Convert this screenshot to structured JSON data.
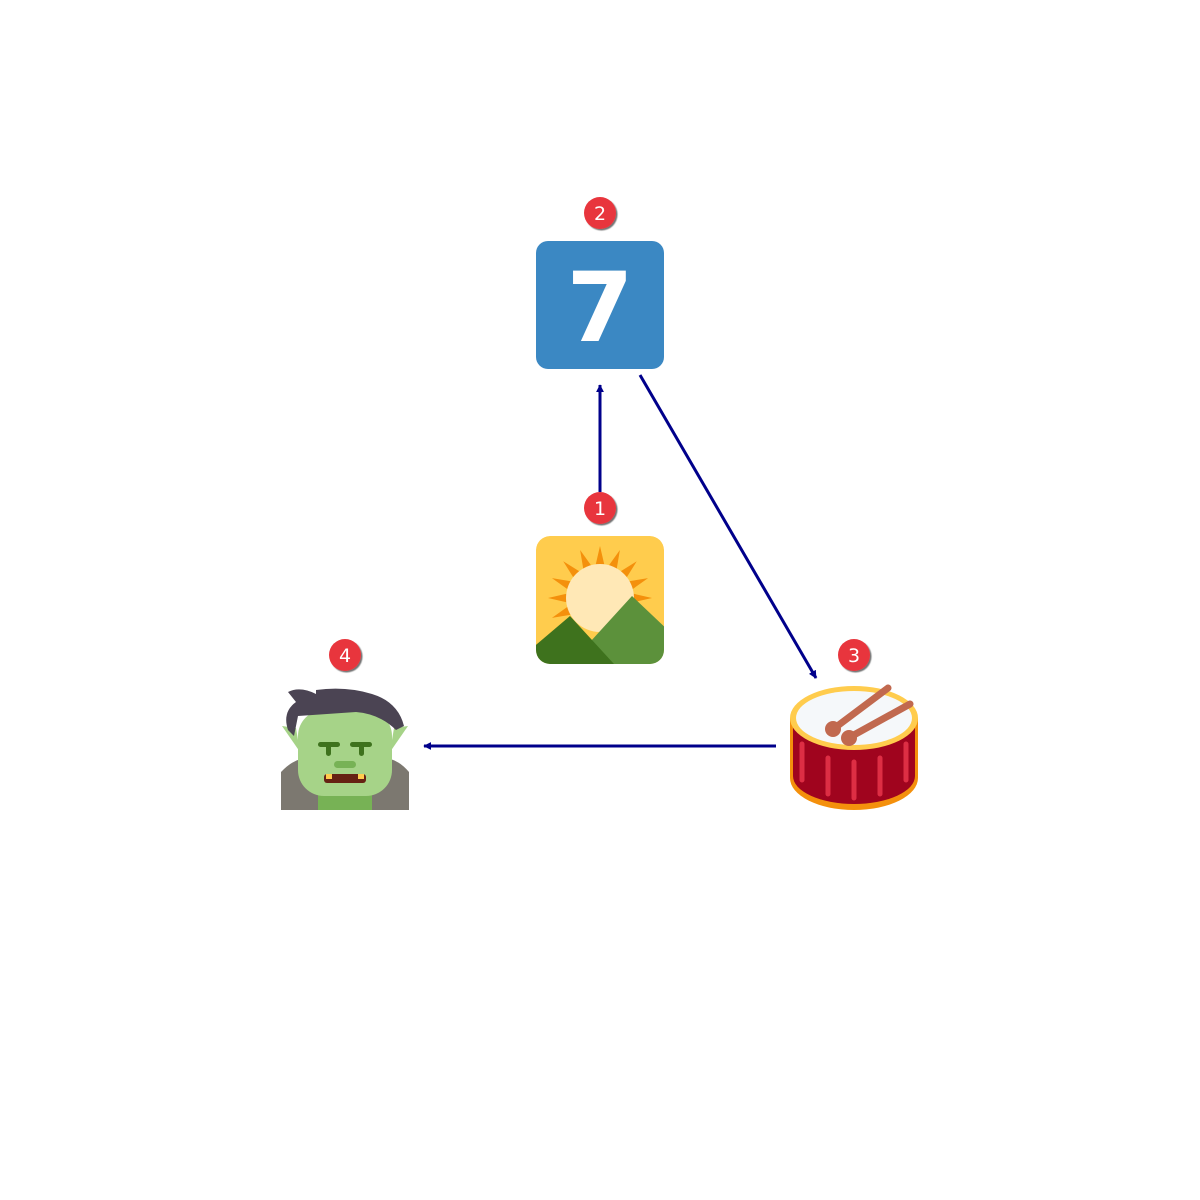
{
  "nodes": [
    {
      "id": "n1",
      "icon": "sunrise-over-mountains-icon",
      "badge": "1"
    },
    {
      "id": "n2",
      "icon": "keycap-digit-seven-icon",
      "badge": "2",
      "keycap_digit": "7"
    },
    {
      "id": "n3",
      "icon": "drum-icon",
      "badge": "3"
    },
    {
      "id": "n4",
      "icon": "ogre-icon",
      "badge": "4"
    }
  ],
  "edges": [
    {
      "from": "n1",
      "to": "n2"
    },
    {
      "from": "n2",
      "to": "n3"
    },
    {
      "from": "n3",
      "to": "n4"
    }
  ],
  "colors": {
    "edge": "#00008b",
    "badge_fill": "#e8363c",
    "badge_text": "#ffffff"
  }
}
